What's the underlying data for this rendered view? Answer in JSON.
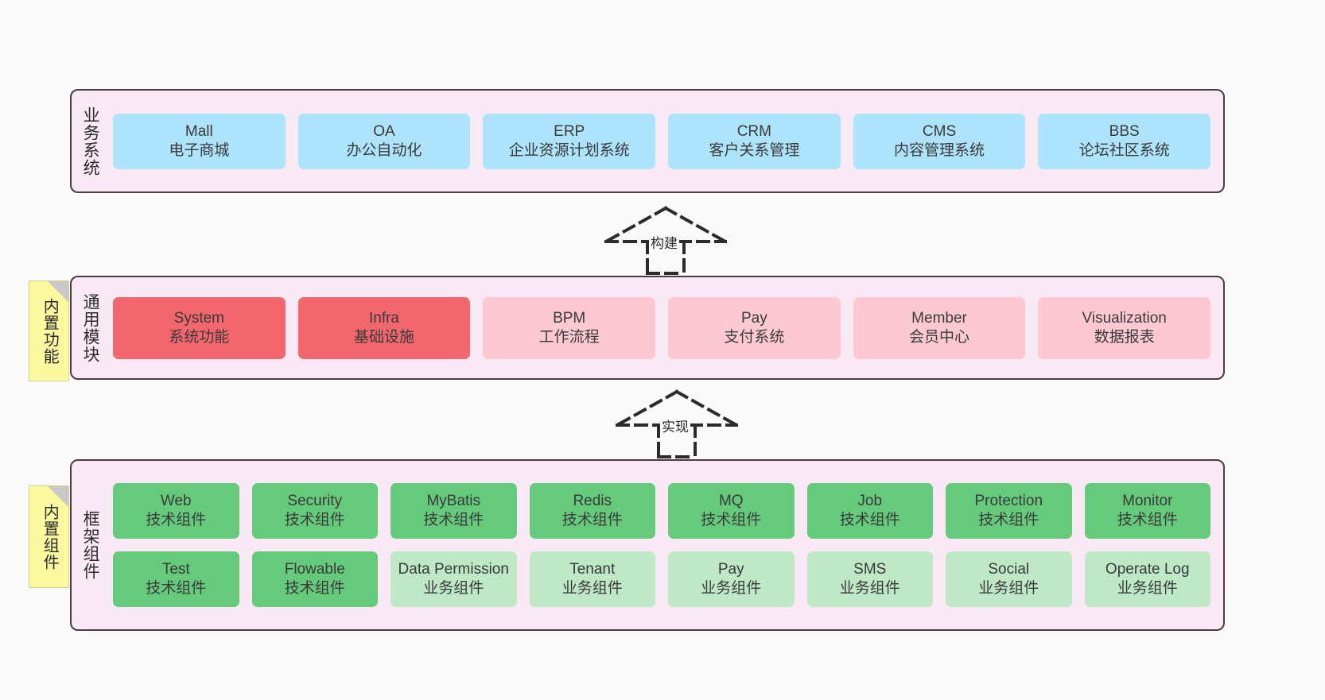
{
  "diagram": {
    "layers": [
      {
        "id": "business",
        "title": "业务系统",
        "rows": [
          [
            {
              "name": "Mall",
              "sub": "电子商城",
              "color": "#ade3fb"
            },
            {
              "name": "OA",
              "sub": "办公自动化",
              "color": "#ade3fb"
            },
            {
              "name": "ERP",
              "sub": "企业资源计划系统",
              "color": "#ade3fb"
            },
            {
              "name": "CRM",
              "sub": "客户关系管理",
              "color": "#ade3fb"
            },
            {
              "name": "CMS",
              "sub": "内容管理系统",
              "color": "#ade3fb"
            },
            {
              "name": "BBS",
              "sub": "论坛社区系统",
              "color": "#ade3fb"
            }
          ]
        ]
      },
      {
        "id": "common",
        "title": "通用模块",
        "rows": [
          [
            {
              "name": "System",
              "sub": "系统功能",
              "color": "#f2666d"
            },
            {
              "name": "Infra",
              "sub": "基础设施",
              "color": "#f2666d"
            },
            {
              "name": "BPM",
              "sub": "工作流程",
              "color": "#fcc9d2"
            },
            {
              "name": "Pay",
              "sub": "支付系统",
              "color": "#fcc9d2"
            },
            {
              "name": "Member",
              "sub": "会员中心",
              "color": "#fcc9d2"
            },
            {
              "name": "Visualization",
              "sub": "数据报表",
              "color": "#fcc9d2"
            }
          ]
        ]
      },
      {
        "id": "frame",
        "title": "框架组件",
        "rows": [
          [
            {
              "name": "Web",
              "sub": "技术组件",
              "color": "#66ca7d"
            },
            {
              "name": "Security",
              "sub": "技术组件",
              "color": "#66ca7d"
            },
            {
              "name": "MyBatis",
              "sub": "技术组件",
              "color": "#66ca7d"
            },
            {
              "name": "Redis",
              "sub": "技术组件",
              "color": "#66ca7d"
            },
            {
              "name": "MQ",
              "sub": "技术组件",
              "color": "#66ca7d"
            },
            {
              "name": "Job",
              "sub": "技术组件",
              "color": "#66ca7d"
            },
            {
              "name": "Protection",
              "sub": "技术组件",
              "color": "#66ca7d"
            },
            {
              "name": "Monitor",
              "sub": "技术组件",
              "color": "#66ca7d"
            }
          ],
          [
            {
              "name": "Test",
              "sub": "技术组件",
              "color": "#66ca7d"
            },
            {
              "name": "Flowable",
              "sub": "技术组件",
              "color": "#66ca7d"
            },
            {
              "name": "Data Permission",
              "sub": "业务组件",
              "color": "#bfe8c6"
            },
            {
              "name": "Tenant",
              "sub": "业务组件",
              "color": "#bfe8c6"
            },
            {
              "name": "Pay",
              "sub": "业务组件",
              "color": "#bfe8c6"
            },
            {
              "name": "SMS",
              "sub": "业务组件",
              "color": "#bfe8c6"
            },
            {
              "name": "Social",
              "sub": "业务组件",
              "color": "#bfe8c6"
            },
            {
              "name": "Operate Log",
              "sub": "业务组件",
              "color": "#bfe8c6"
            }
          ]
        ]
      }
    ],
    "notes": [
      {
        "id": "builtin-func",
        "text": "内置功能",
        "color": "#fbf8a0"
      },
      {
        "id": "builtin-comp",
        "text": "内置组件",
        "color": "#fbf8a0"
      }
    ],
    "connectors": [
      {
        "id": "build",
        "label": "构建",
        "style": "dashed-generalization",
        "direction": "up"
      },
      {
        "id": "realize",
        "label": "实现",
        "style": "dashed-generalization",
        "direction": "up"
      }
    ],
    "colors": {
      "layer_background": "#f9e9f4",
      "layer_border": "#4a3b45",
      "canvas_background": "#fafafa",
      "note_background": "#fbf8a0",
      "connector": "#2b2b2b"
    }
  }
}
